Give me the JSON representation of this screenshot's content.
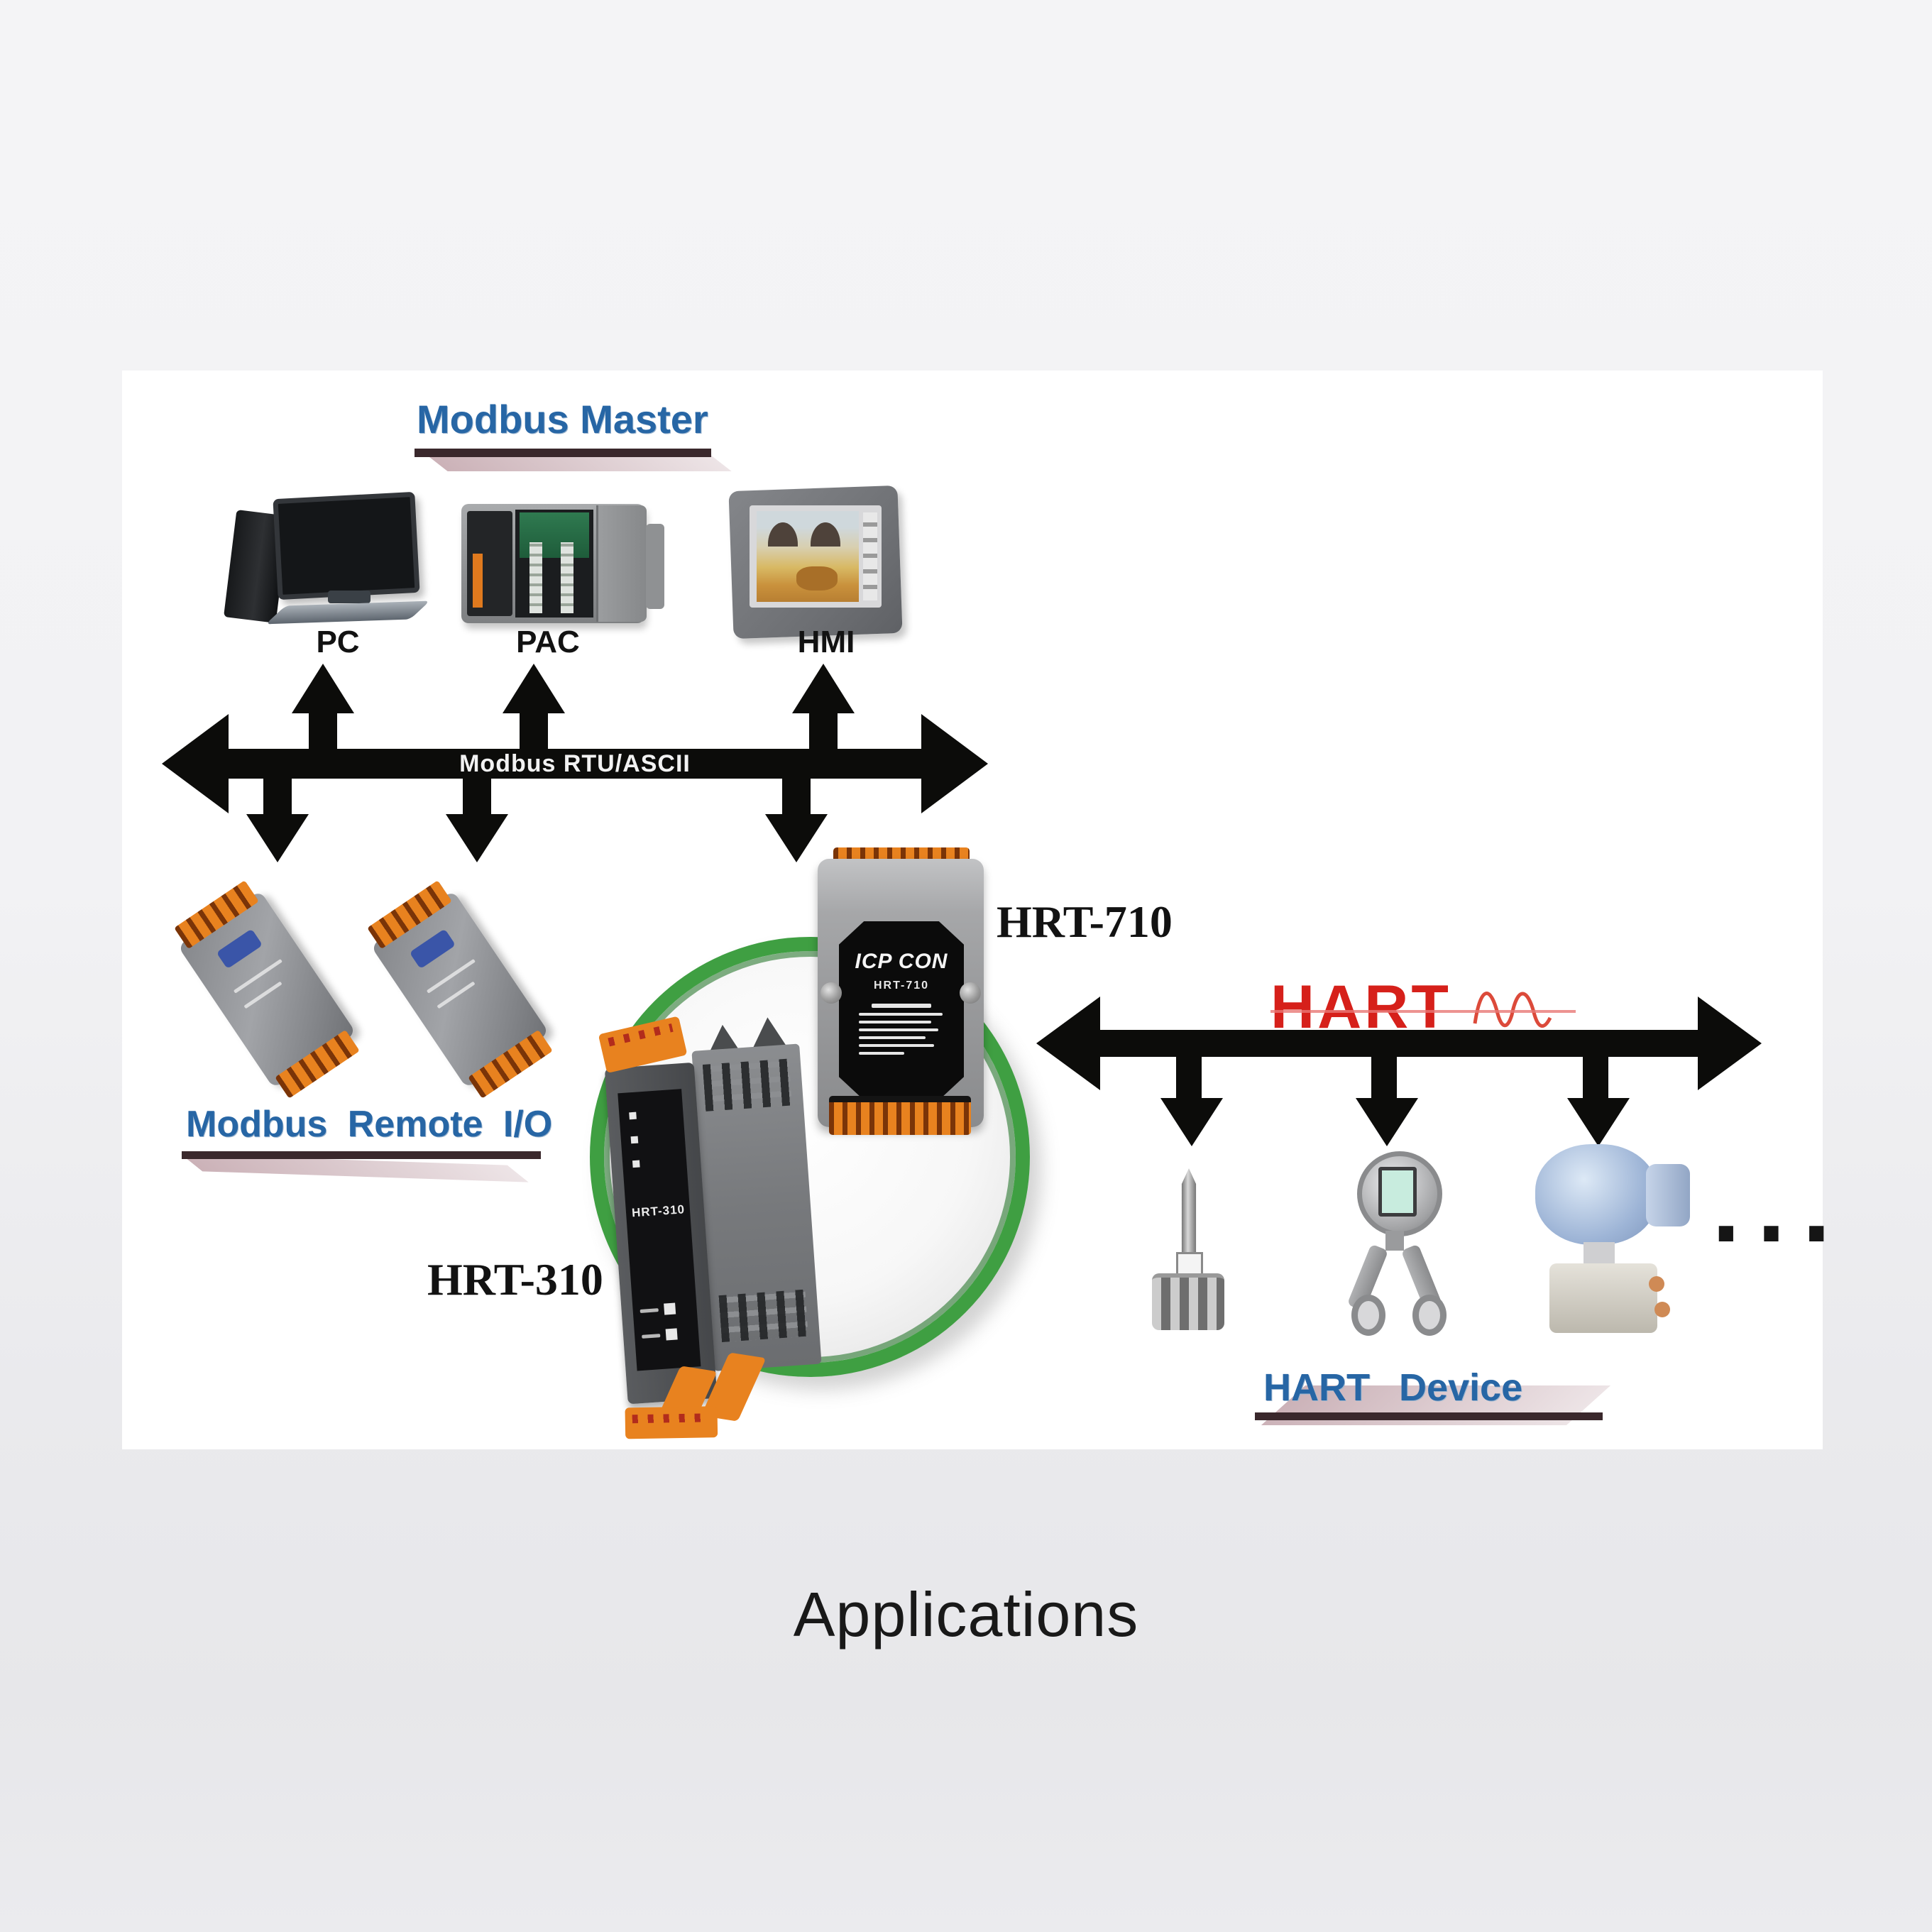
{
  "caption": "Applications",
  "colors": {
    "label_blue": "#2766a5",
    "hart_red": "#d6201a",
    "ring_green": "#3f9f42",
    "connector_orange": "#e8821f",
    "bus_black": "#0c0c0a",
    "caption_black": "#191919"
  },
  "diagram": {
    "modbus_master_title": "Modbus Master",
    "masters": [
      {
        "label": "PC"
      },
      {
        "label": "PAC"
      },
      {
        "label": "HMI"
      }
    ],
    "modbus_bus_label": "Modbus RTU/ASCII",
    "remote_io_title": "Modbus Remote I/O",
    "hrt710_label": "HRT-710",
    "hrt310_label": "HRT-310",
    "hart_logo": "HART",
    "hart_device_title": "HART Device",
    "ellipsis": "..."
  },
  "device_markings": {
    "icpcon_logo": "ICP CON",
    "hrt710_model": "HRT-710",
    "hrt310_model": "HRT-310"
  }
}
